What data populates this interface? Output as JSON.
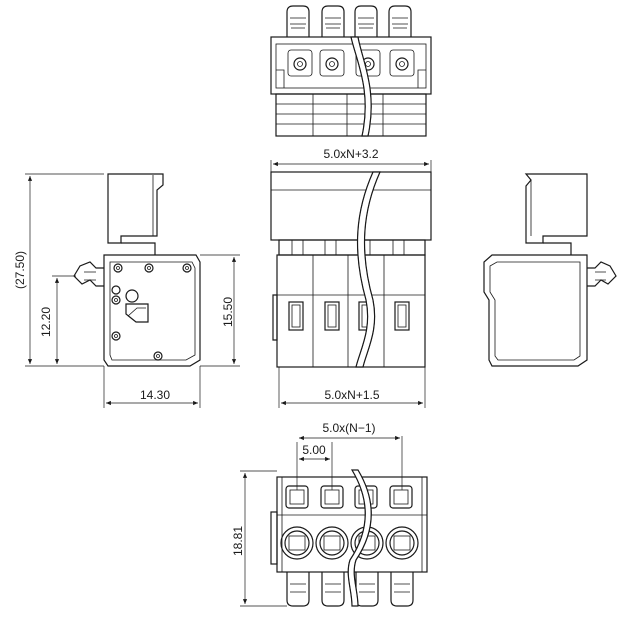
{
  "dimensions": {
    "top_width": "5.0xN+3.2",
    "bottom_width": "5.0xN+1.5",
    "overall_height": "(27.50)",
    "pin_height": "12.20",
    "body_height": "15.50",
    "side_depth": "14.30",
    "pitch_span": "5.0x(N−1)",
    "pitch": "5.00",
    "bottom_depth": "18.81"
  }
}
